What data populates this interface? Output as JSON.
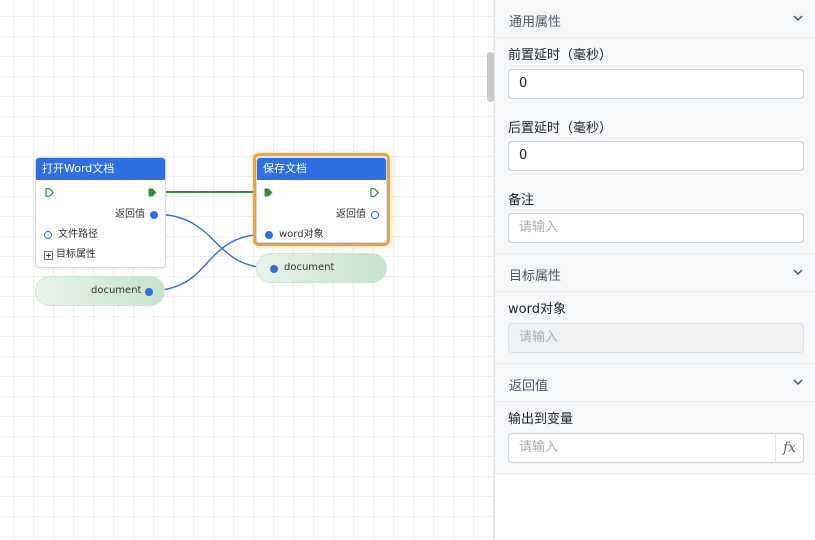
{
  "canvas": {
    "nodes": [
      {
        "title": "打开Word文档",
        "ports": {
          "return": "返回值",
          "path": "文件路径",
          "target": "目标属性"
        }
      },
      {
        "title": "保存文档",
        "ports": {
          "return": "返回值",
          "word_obj": "word对象"
        }
      }
    ],
    "variables": [
      {
        "label": "document"
      },
      {
        "label": "document"
      }
    ],
    "colors": {
      "node_header": "#2f6fe4",
      "selected_border": "#f0a63a",
      "flow_wire": "#2e8b3d",
      "data_wire": "#2f6fe4"
    }
  },
  "panel": {
    "general": {
      "title": "通用属性",
      "pre_delay_label": "前置延时（毫秒）",
      "pre_delay_value": "0",
      "post_delay_label": "后置延时（毫秒）",
      "post_delay_value": "0",
      "note_label": "备注",
      "note_placeholder": "请输入"
    },
    "target": {
      "title": "目标属性",
      "word_label": "word对象",
      "word_placeholder": "请输入"
    },
    "return": {
      "title": "返回值",
      "output_label": "输出到变量",
      "output_placeholder": "请输入",
      "fx_label": "fx"
    }
  }
}
